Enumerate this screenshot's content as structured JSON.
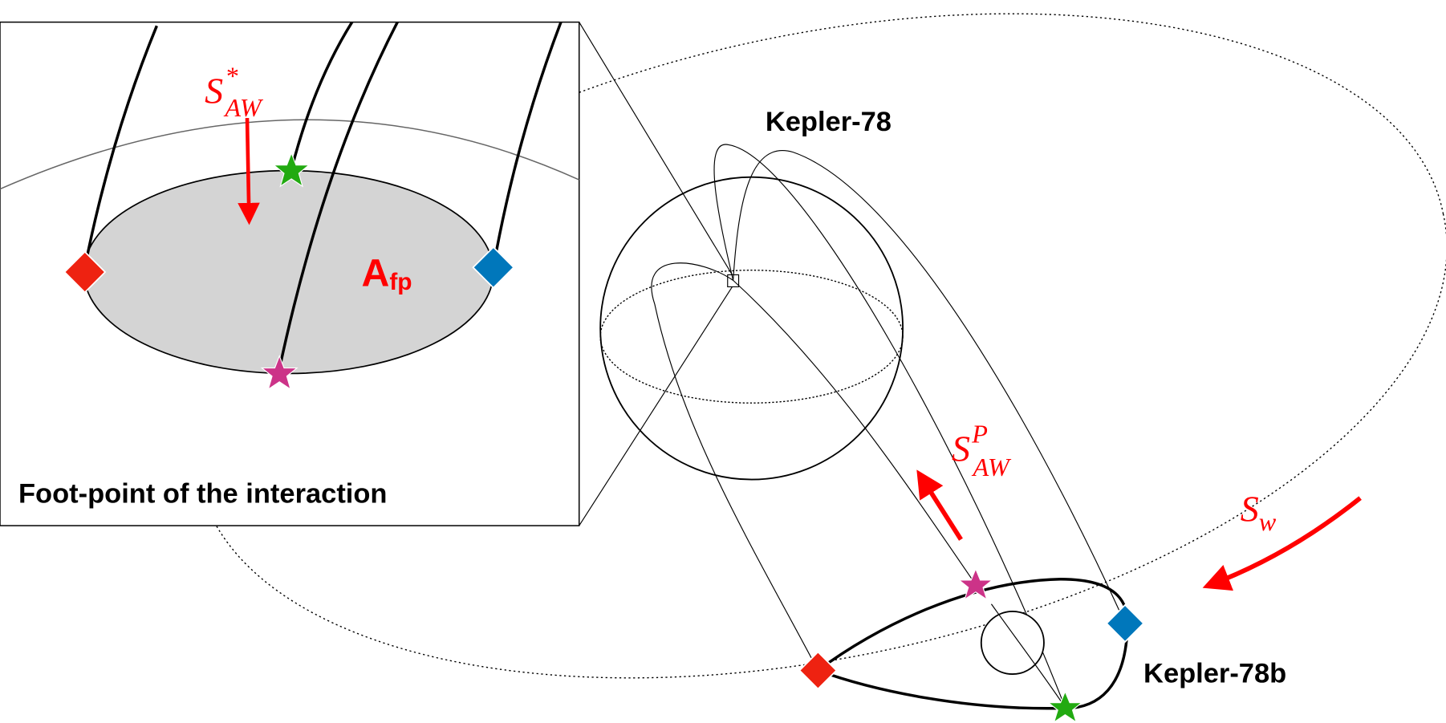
{
  "labels": {
    "star_name": "Kepler-78",
    "planet_name": "Kepler-78b",
    "inset_title": "Foot-point of the interaction",
    "footpoint_area": "A",
    "footpoint_area_sub": "fp",
    "alfven_star": {
      "main": "S",
      "sup": "*",
      "sub": "AW"
    },
    "alfven_planet": {
      "main": "S",
      "sup": "P",
      "sub": "AW"
    },
    "wind": {
      "main": "S",
      "sub": "w"
    }
  },
  "colors": {
    "arrow": "#ff0000",
    "red_marker": "#ee2211",
    "blue_marker": "#0077bb",
    "green_marker": "#22aa11",
    "magenta_marker": "#cc3388",
    "footpoint_fill": "#d4d4d4"
  },
  "markers": [
    "red-diamond",
    "blue-diamond",
    "green-star",
    "magenta-star"
  ]
}
